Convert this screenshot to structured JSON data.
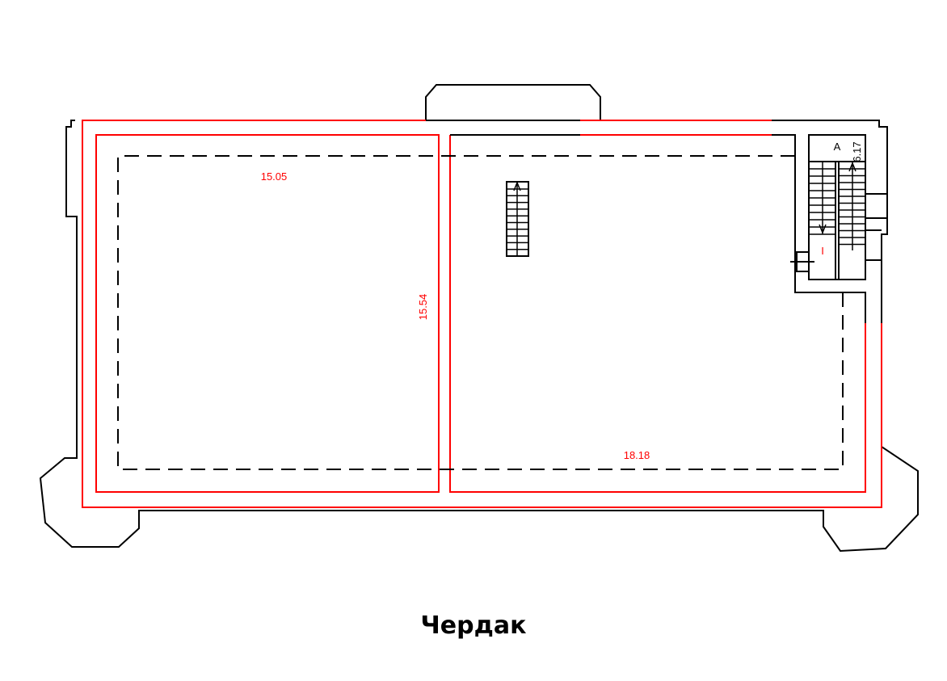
{
  "title": "Чердак",
  "dimensions": {
    "left_room_width": "15.05",
    "room_depth": "15.54",
    "right_room_width": "18.18",
    "stair_width": "6.17"
  },
  "stair_label": "A",
  "stair_mark": "I",
  "colors": {
    "wall": "#000000",
    "boundary": "#ff0000"
  }
}
